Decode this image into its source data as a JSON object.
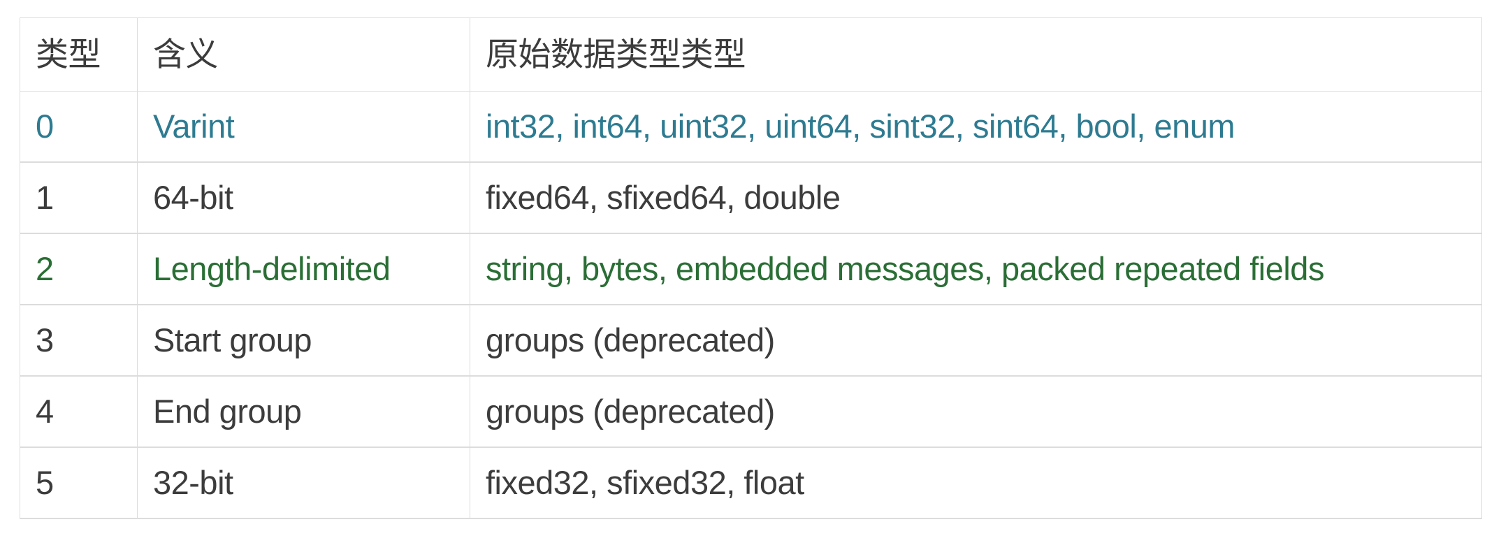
{
  "table": {
    "columns": [
      {
        "key": "type",
        "header": "类型"
      },
      {
        "key": "meaning",
        "header": "含义"
      },
      {
        "key": "raw",
        "header": "原始数据类型类型"
      }
    ],
    "colors": {
      "teal": "#2e7b91",
      "green": "#2a6e35",
      "default_text": "#3c3c3c",
      "border": "#dcdcdc",
      "background": "#ffffff"
    },
    "rows": [
      {
        "type": "0",
        "meaning": "Varint",
        "raw": "int32, int64, uint32, uint64, sint32, sint64, bool, enum",
        "accent": "teal"
      },
      {
        "type": "1",
        "meaning": "64-bit",
        "raw": "fixed64, sfixed64, double",
        "accent": "none"
      },
      {
        "type": "2",
        "meaning": "Length-delimited",
        "raw": "string, bytes, embedded messages, packed repeated fields",
        "accent": "green"
      },
      {
        "type": "3",
        "meaning": "Start group",
        "raw": "groups (deprecated)",
        "accent": "none"
      },
      {
        "type": "4",
        "meaning": "End group",
        "raw": "groups (deprecated)",
        "accent": "none"
      },
      {
        "type": "5",
        "meaning": "32-bit",
        "raw": "fixed32, sfixed32, float",
        "accent": "none"
      }
    ]
  }
}
